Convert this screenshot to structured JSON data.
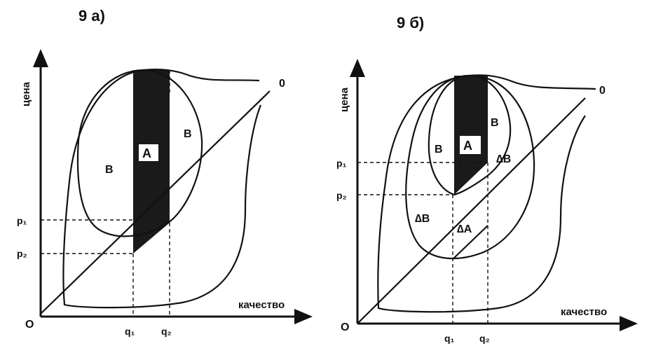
{
  "panel_a": {
    "title": "9 а)",
    "y_axis_label": "цена",
    "x_axis_label": "качество",
    "origin_label": "О",
    "curve_label": "0",
    "p1_label": "p₁",
    "p2_label": "p₂",
    "q1_label": "q₁",
    "q2_label": "q₂",
    "region_a": "А",
    "region_b_left": "В",
    "region_b_right": "В"
  },
  "panel_b": {
    "title": "9 б)",
    "y_axis_label": "цена",
    "x_axis_label": "качество",
    "origin_label": "О",
    "curve_label": "0",
    "p1_label": "p₁",
    "p2_label": "p₂",
    "q1_label": "q₁",
    "q2_label": "q₂",
    "region_a": "А",
    "region_b_left": "В",
    "region_b_right": "В",
    "region_delta_b_left": "∆В",
    "region_delta_b_right": "∆В",
    "region_delta_a": "∆А"
  },
  "colors": {
    "ink": "#111111",
    "background": "#ffffff",
    "shade": "#1a1a1a"
  }
}
